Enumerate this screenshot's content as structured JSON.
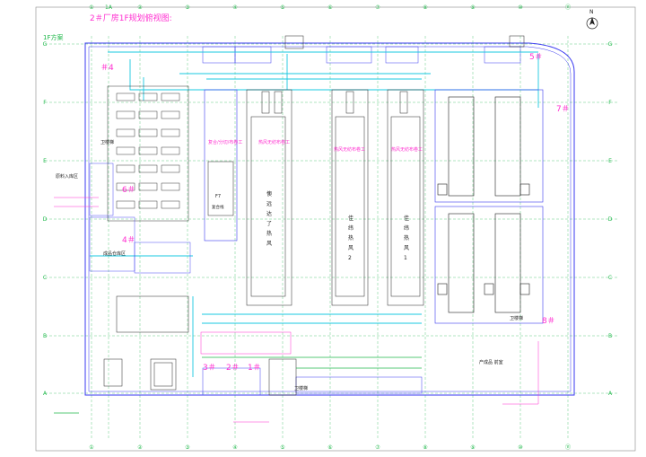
{
  "title": "2＃厂房1F规划俯视图:",
  "scheme_label": "1F方案",
  "north_label": "N",
  "top_axis_labels": [
    "①",
    "1A",
    "②",
    "③",
    "④",
    "⑤",
    "⑥",
    "⑦",
    "⑧",
    "⑨",
    "⑩",
    "⑪"
  ],
  "bottom_axis_labels": [
    "①",
    "②",
    "③",
    "④",
    "⑤",
    "⑥",
    "⑦",
    "⑧",
    "⑨",
    "⑩",
    "⑪"
  ],
  "side_axis_labels": [
    "G",
    "F",
    "E",
    "D",
    "C",
    "B",
    "A"
  ],
  "zones": {
    "fx_line": "F7",
    "fx_sub": "复合线",
    "oven_old": "懊\n远\n达\n了\n热\n风",
    "oven_2": "佳\n纬\n热\n风\n2",
    "oven_1": "佳\n纬\n热\n风\n1",
    "col_a": "复合/分切/布卷工",
    "col_b": "热风无纺布卷工",
    "col_c": "热风无纺布卷工",
    "col_d": "热风无纺布卷工"
  },
  "labels": {
    "number_4": "＃4",
    "number_5": "5＃",
    "number_6": "6＃",
    "number_7": "7＃",
    "number_8": "8＃",
    "number_3": "3＃",
    "number_2": "2＃",
    "number_1": "1＃",
    "number_4b": "4＃",
    "stairs_a": "卫楼梯",
    "stairs_b": "卫楼梯",
    "stairs_c": "卫楼梯",
    "raw_in": "原料入库区",
    "warehouse": "成品仓库区",
    "finished": "产成品",
    "lobby": "产成品 前室"
  },
  "colors": {
    "wall": "#3a3af0",
    "grid": "#1fb84a",
    "duct": "#19c8e0",
    "note": "#ff2fd0",
    "equip": "#222222"
  }
}
